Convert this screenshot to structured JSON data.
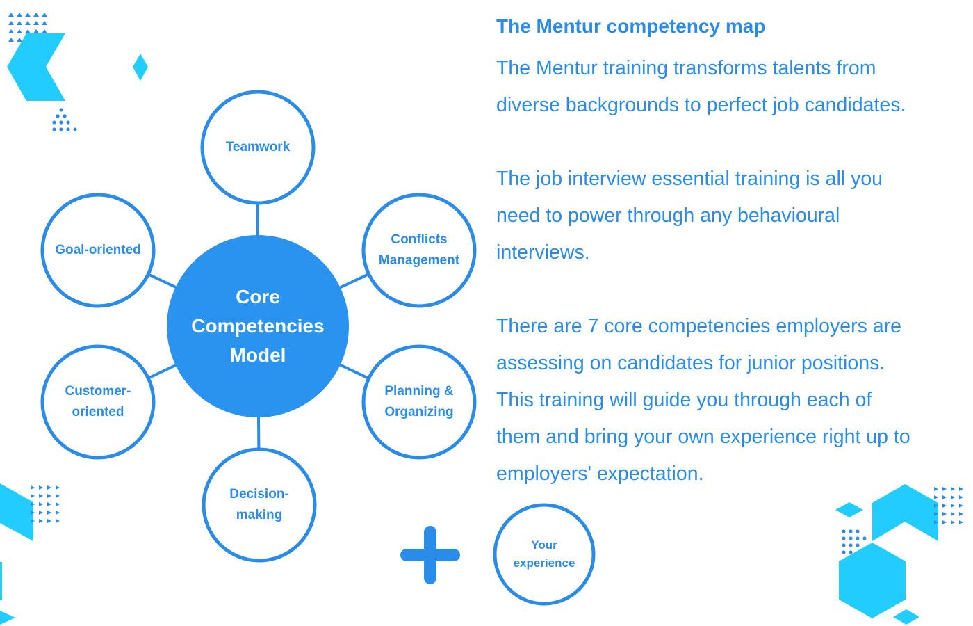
{
  "diagram": {
    "center": {
      "label": "Core\nCompetencies\nModel"
    },
    "nodes": [
      {
        "id": "teamwork",
        "label": "Teamwork"
      },
      {
        "id": "conflicts",
        "label": "Conflicts\nManagement"
      },
      {
        "id": "planning",
        "label": "Planning &\nOrganizing"
      },
      {
        "id": "decision",
        "label": "Decision-\nmaking"
      },
      {
        "id": "customer",
        "label": "Customer-\noriented"
      },
      {
        "id": "goal",
        "label": "Goal-oriented"
      }
    ],
    "plus_symbol": "+",
    "experience": {
      "label": "Your\nexperience"
    }
  },
  "text": {
    "title": "The Mentur competency map",
    "paragraphs": [
      "The Mentur training transforms talents from\ndiverse backgrounds to perfect job candidates.",
      "The job interview essential training is all you\nneed to power through any behavioural\ninterviews.",
      "There are 7 core competencies employers are\nassessing on candidates for junior positions.\n This training will guide you through each of\nthem and bring your own experience right up to\nemployers' expectation."
    ]
  },
  "colors": {
    "primary": "#2b8be8",
    "center_fill": "#2a93f0",
    "accent_cyan": "#22ccff",
    "background": "#ffffff"
  }
}
